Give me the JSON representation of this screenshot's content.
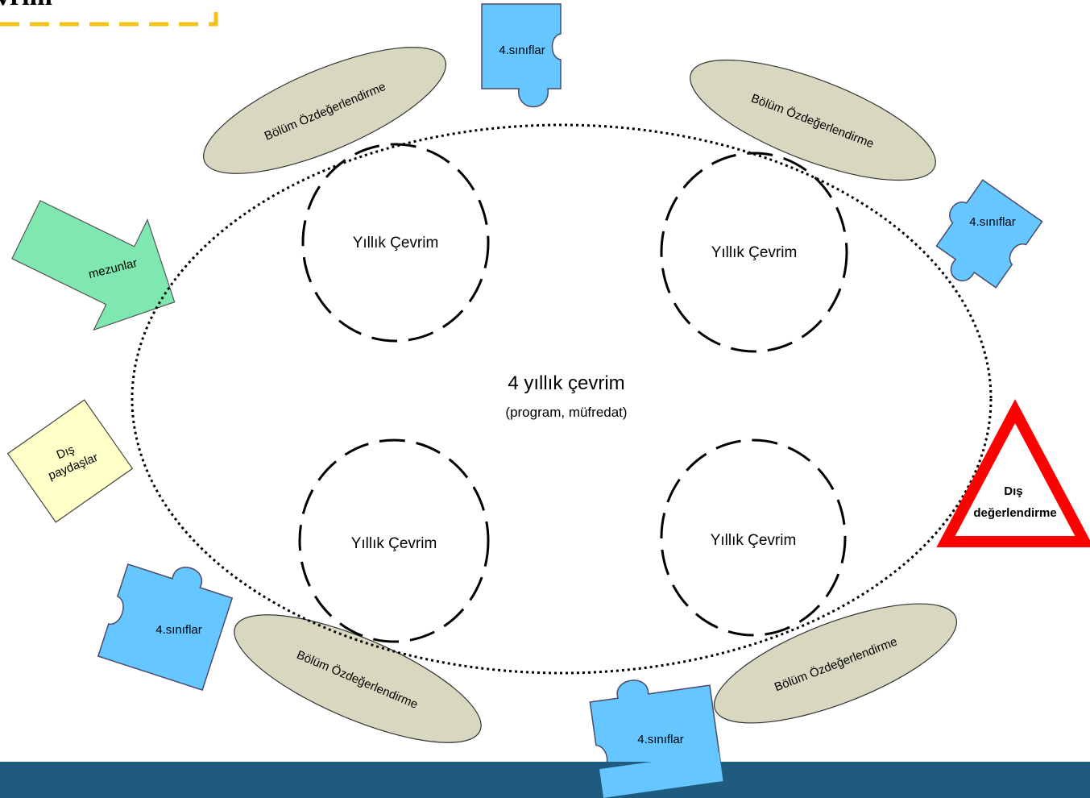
{
  "slide": {
    "title_fragment": "evrim",
    "colors": {
      "footer_bar": "#1f5a7f",
      "title_dash": "#f2c21a",
      "puzzle_fill": "#66c6ff",
      "puzzle_stroke": "#4a4a6a",
      "ellipse_fill": "#d8d8c0",
      "arrow_fill": "#7fe8b0",
      "note_fill": "#ffffc8",
      "warning_stroke": "#ff0000"
    }
  },
  "diagram": {
    "center": {
      "title": "4 yıllık çevrim",
      "subtitle": "(program, müfredat)"
    },
    "annual_cycles": [
      "Yıllık Çevrim",
      "Yıllık Çevrim",
      "Yıllık Çevrim",
      "Yıllık Çevrim"
    ],
    "self_assessments": [
      "Bölüm Özdeğerlendirme",
      "Bölüm Özdeğerlendirme",
      "Bölüm Özdeğerlendirme",
      "Bölüm Özdeğerlendirme"
    ],
    "fourth_year_pieces": [
      "4.sınıflar",
      "4.sınıflar",
      "4.sınıflar",
      "4.sınıflar"
    ],
    "graduates": "mezunlar",
    "external_stakeholders": [
      "Dış",
      "paydaşlar"
    ],
    "external_evaluation": [
      "Dış",
      "değerlendirme"
    ]
  }
}
